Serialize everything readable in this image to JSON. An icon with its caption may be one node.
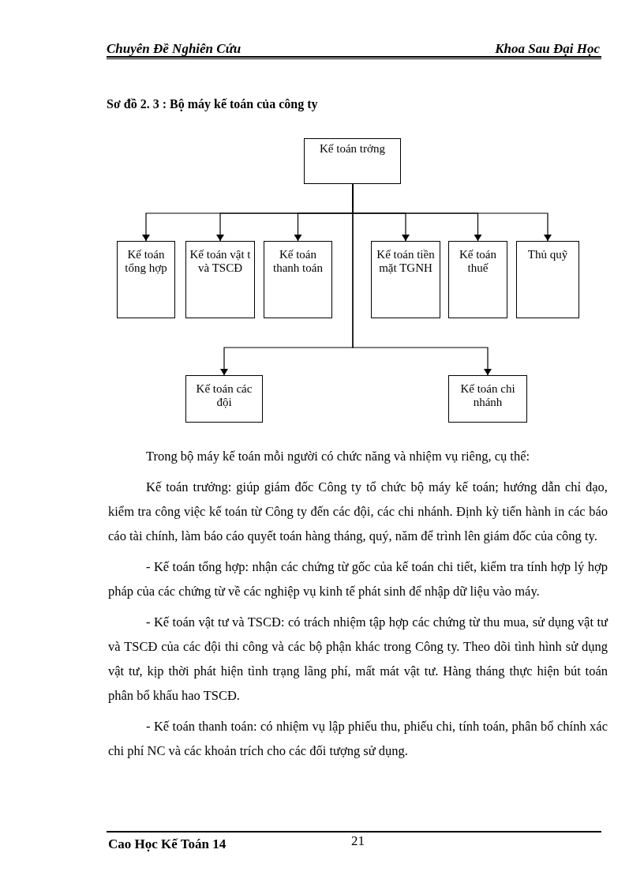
{
  "diagram": {
    "title": "Sơ đồ 2. 3 : Bộ máy kế toán của công ty",
    "nodes": [
      {
        "text": [
          "Kế toán trởng"
        ]
      },
      {
        "text": [
          "Kế toán tổng hợp"
        ]
      },
      {
        "text": [
          "Kế toán vật t và TSCĐ"
        ]
      },
      {
        "text": [
          "Kế toán thanh toán"
        ]
      },
      {
        "text": [
          "Kế toán tiền mặt TGNH"
        ]
      },
      {
        "text": [
          "Kế toán thuế"
        ]
      },
      {
        "text": [
          "Thủ quỹ"
        ]
      },
      {
        "text": [
          "Kế toán các đội"
        ]
      },
      {
        "text": [
          "Kế toán chi nhánh"
        ]
      }
    ],
    "edges": [
      {
        "from": 0,
        "to": 1,
        "arrow": "to"
      },
      {
        "from": 0,
        "to": 2,
        "arrow": "to"
      },
      {
        "from": 0,
        "to": 3,
        "arrow": "to"
      },
      {
        "from": 0,
        "to": 4,
        "arrow": "to"
      },
      {
        "from": 0,
        "to": 5,
        "arrow": "to"
      },
      {
        "from": 0,
        "to": 6,
        "arrow": "to"
      },
      {
        "from": 0,
        "to": 7,
        "arrow": "to"
      },
      {
        "from": 0,
        "to": 8,
        "arrow": "to"
      }
    ],
    "labels": [
      "Chuyên Đề Nghiên Cứu",
      "Khoa Sau Đại Học",
      "Trong bộ máy kế toán mỗi người có chức năng và nhiệm vụ riêng, cụ thể:",
      "Kế toán trưởng: giúp giám đốc Công ty tổ chức bộ máy kế toán; hướng dẫn chỉ đạo, kiểm tra công việc kế toán từ Công ty đến các đội, các chi nhánh. Định kỳ tiến hành in các báo cáo tài chính, làm báo cáo quyết toán hàng tháng, quý, năm để trình lên giám đốc của công ty.",
      "- Kế toán tổng hợp: nhận các chứng từ gốc của kế toán chi tiết, kiểm tra tính hợp lý hợp pháp của các chứng từ về các nghiệp vụ kinh tế phát sinh để nhập dữ liệu vào máy.",
      "- Kế toán vật tư và TSCĐ: có trách nhiệm tập hợp các chứng từ thu mua, sử dụng vật tư và TSCĐ của các đội thi công và các bộ phận khác trong Công ty. Theo dõi tình hình sử dụng vật tư, kịp thời phát hiện tình trạng lãng phí, mất mát vật tư. Hàng tháng thực hiện bút toán phân bổ khấu hao TSCĐ.",
      "- Kế toán thanh toán: có nhiệm vụ lập phiếu thu, phiếu chi, tính toán, phân bổ chính xác chi phí NC và các khoản trích cho các đối tượng sử dụng.",
      "Cao Học Kế Toán 14",
      "21"
    ]
  }
}
